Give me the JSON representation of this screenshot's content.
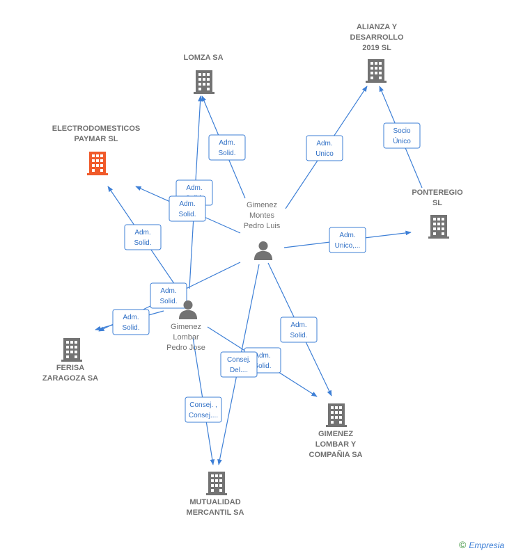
{
  "colors": {
    "edge": "#3d7fd6",
    "company": "#737373",
    "highlight": "#f05a2a",
    "person": "#737373"
  },
  "nodes": [
    {
      "id": "lomza",
      "type": "company",
      "icon": "building-icon",
      "lines": [
        "LOMZA SA"
      ]
    },
    {
      "id": "alianza",
      "type": "company",
      "icon": "building-icon",
      "lines": [
        "ALIANZA Y",
        "DESARROLLO",
        "2019  SL"
      ]
    },
    {
      "id": "electro",
      "type": "company",
      "highlight": true,
      "icon": "building-icon",
      "lines": [
        "ELECTRODOMESTICOS",
        "PAYMAR  SL"
      ]
    },
    {
      "id": "ponteregio",
      "type": "company",
      "icon": "building-icon",
      "lines": [
        "PONTEREGIO",
        "SL"
      ]
    },
    {
      "id": "gmontes",
      "type": "person",
      "icon": "person-icon",
      "lines": [
        "Gimenez",
        "Montes",
        "Pedro Luis"
      ]
    },
    {
      "id": "glombar",
      "type": "person",
      "icon": "person-icon",
      "lines": [
        "Gimenez",
        "Lombar",
        "Pedro Jose"
      ]
    },
    {
      "id": "ferisa",
      "type": "company",
      "icon": "building-icon",
      "lines": [
        "FERISA",
        "ZARAGOZA SA"
      ]
    },
    {
      "id": "gimenezlombar",
      "type": "company",
      "icon": "building-icon",
      "lines": [
        "GIMENEZ",
        "LOMBAR Y",
        "COMPAÑIA SA"
      ]
    },
    {
      "id": "mutualidad",
      "type": "company",
      "icon": "building-icon",
      "lines": [
        "MUTUALIDAD",
        "MERCANTIL SA"
      ]
    }
  ],
  "edges": [
    {
      "id": "e1",
      "from": "gmontes",
      "to": "lomza",
      "lines": [
        "Adm.",
        "Solid."
      ]
    },
    {
      "id": "e2",
      "from": "glombar",
      "to": "lomza",
      "lines": [
        "Adm.",
        "Solid."
      ]
    },
    {
      "id": "e3",
      "from": "gmontes",
      "to": "electro",
      "lines": [
        "Adm.",
        "Solid."
      ]
    },
    {
      "id": "e4",
      "from": "glombar",
      "to": "electro",
      "lines": [
        "Adm.",
        "Solid."
      ]
    },
    {
      "id": "e5",
      "from": "gmontes",
      "to": "alianza",
      "lines": [
        "Adm.",
        "Unico"
      ]
    },
    {
      "id": "e6",
      "from": "ponteregio",
      "to": "alianza",
      "lines": [
        "Socio",
        "Único"
      ]
    },
    {
      "id": "e7",
      "from": "gmontes",
      "to": "ponteregio",
      "lines": [
        "Adm.",
        "Unico,..."
      ]
    },
    {
      "id": "e8",
      "from": "gmontes",
      "to": "ferisa",
      "lines": [
        "Adm.",
        "Solid."
      ]
    },
    {
      "id": "e9",
      "from": "glombar",
      "to": "ferisa",
      "lines": [
        "Adm.",
        "Solid."
      ]
    },
    {
      "id": "e10",
      "from": "gmontes",
      "to": "gimenezlombar",
      "lines": [
        "Adm.",
        "Solid."
      ]
    },
    {
      "id": "e11",
      "from": "glombar",
      "to": "gimenezlombar",
      "lines": [
        "Adm.",
        "Solid."
      ]
    },
    {
      "id": "e12",
      "from": "gmontes",
      "to": "mutualidad",
      "lines": [
        "Consej.",
        "Del...."
      ]
    },
    {
      "id": "e13",
      "from": "glombar",
      "to": "mutualidad",
      "lines": [
        "Consej. ,",
        "Consej...."
      ]
    }
  ],
  "watermark": {
    "symbol": "©",
    "brand": "Empresia"
  }
}
